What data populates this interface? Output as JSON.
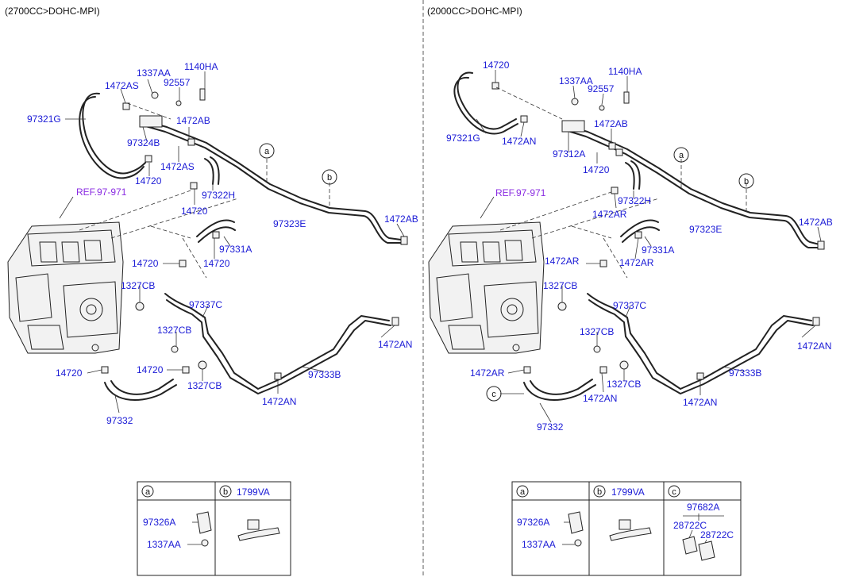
{
  "headers": {
    "left": "(2700CC>DOHC-MPI)",
    "right": "(2000CC>DOHC-MPI)"
  },
  "left_labels": {
    "l1337AA": "1337AA",
    "l1140HA": "1140HA",
    "l1472AS_a": "1472AS",
    "l92557": "92557",
    "l97321G": "97321G",
    "l1472AB_a": "1472AB",
    "l97324B": "97324B",
    "l1472AS_b": "1472AS",
    "l14720_a": "14720",
    "l97322H": "97322H",
    "lREF": "REF.97-971",
    "l14720_b": "14720",
    "l97323E": "97323E",
    "l1472AB_b": "1472AB",
    "l97331A": "97331A",
    "l14720_c": "14720",
    "l14720_d": "14720",
    "l1327CB_a": "1327CB",
    "l97337C": "97337C",
    "l1327CB_b": "1327CB",
    "l1472AN_a": "1472AN",
    "l14720_e": "14720",
    "l14720_f": "14720",
    "l1327CB_c": "1327CB",
    "l97333B": "97333B",
    "l1472AN_b": "1472AN",
    "l97332": "97332"
  },
  "right_labels": {
    "r14720_a": "14720",
    "r1337AA": "1337AA",
    "r1140HA": "1140HA",
    "r92557": "92557",
    "r1472AB_a": "1472AB",
    "r97321G": "97321G",
    "r1472AN_a": "1472AN",
    "r97312A": "97312A",
    "r14720_b": "14720",
    "r97322H": "97322H",
    "rREF": "REF.97-971",
    "r1472AR_a": "1472AR",
    "r97323E": "97323E",
    "r1472AB_b": "1472AB",
    "r97331A": "97331A",
    "r1472AR_b": "1472AR",
    "r1472AR_c": "1472AR",
    "r1327CB_a": "1327CB",
    "r97337C": "97337C",
    "r1327CB_b": "1327CB",
    "r1472AN_b": "1472AN",
    "r1472AR_d": "1472AR",
    "r1327CB_c": "1327CB",
    "r1472AN_c": "1472AN",
    "r97333B": "97333B",
    "r1472AN_d": "1472AN",
    "r97332": "97332"
  },
  "callouts": {
    "a": "a",
    "b": "b",
    "c": "c"
  },
  "legend_left": {
    "a_key": "a",
    "b_key": "b",
    "b_part": "1799VA",
    "a_part1": "97326A",
    "a_part2": "1337AA"
  },
  "legend_right": {
    "a_key": "a",
    "b_key": "b",
    "c_key": "c",
    "b_part": "1799VA",
    "a_part1": "97326A",
    "a_part2": "1337AA",
    "c_part1": "97682A",
    "c_part2": "28722C",
    "c_part3": "28722C"
  },
  "colors": {
    "label": "#1a1ad6",
    "reference": "#8a2be2",
    "line": "#222222"
  }
}
